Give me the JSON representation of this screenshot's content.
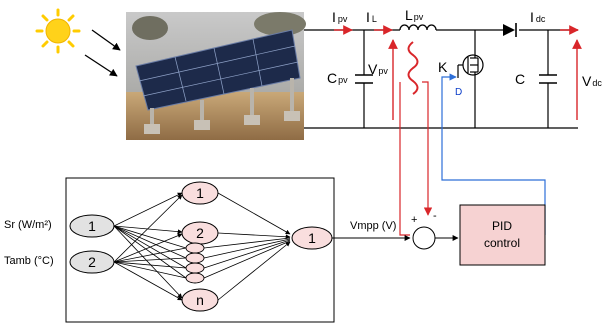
{
  "circuit": {
    "i_pv": {
      "main": "I",
      "sub": "pv"
    },
    "i_l": {
      "main": "I",
      "sub": "L"
    },
    "l_pv": {
      "main": "L",
      "sub": "pv"
    },
    "i_dc": {
      "main": "I",
      "sub": "dc"
    },
    "c_pv": {
      "main": "C",
      "sub": "pv"
    },
    "v_pv": {
      "main": "V",
      "sub": "pv"
    },
    "switch_label": "K",
    "gate_label": "D",
    "capacitor_label": "C",
    "v_dc": {
      "main": "V",
      "sub": "dc"
    }
  },
  "network": {
    "inputs": [
      {
        "label": "Sr (W/m²)",
        "node": "1"
      },
      {
        "label": "Tamb (°C)",
        "node": "2"
      }
    ],
    "hidden_nodes": [
      "1",
      "2",
      "n"
    ],
    "output_node": "1",
    "output_label": "Vmpp (V)"
  },
  "summing": {
    "plus": "+",
    "minus": "-"
  },
  "controller": {
    "line1": "PID",
    "line2": "control"
  },
  "colors": {
    "red_wire": "#d9262a",
    "blue_wire": "#2d6fd8",
    "node_fill": "#f9dede",
    "input_fill": "#e2e2e2",
    "pid_fill": "#f6d2d2",
    "sun": "#ffd21a"
  },
  "icons": [
    "sun-icon",
    "solar-panel-image",
    "inductor-icon",
    "diode-icon",
    "mosfet-icon",
    "capacitor-icon"
  ]
}
